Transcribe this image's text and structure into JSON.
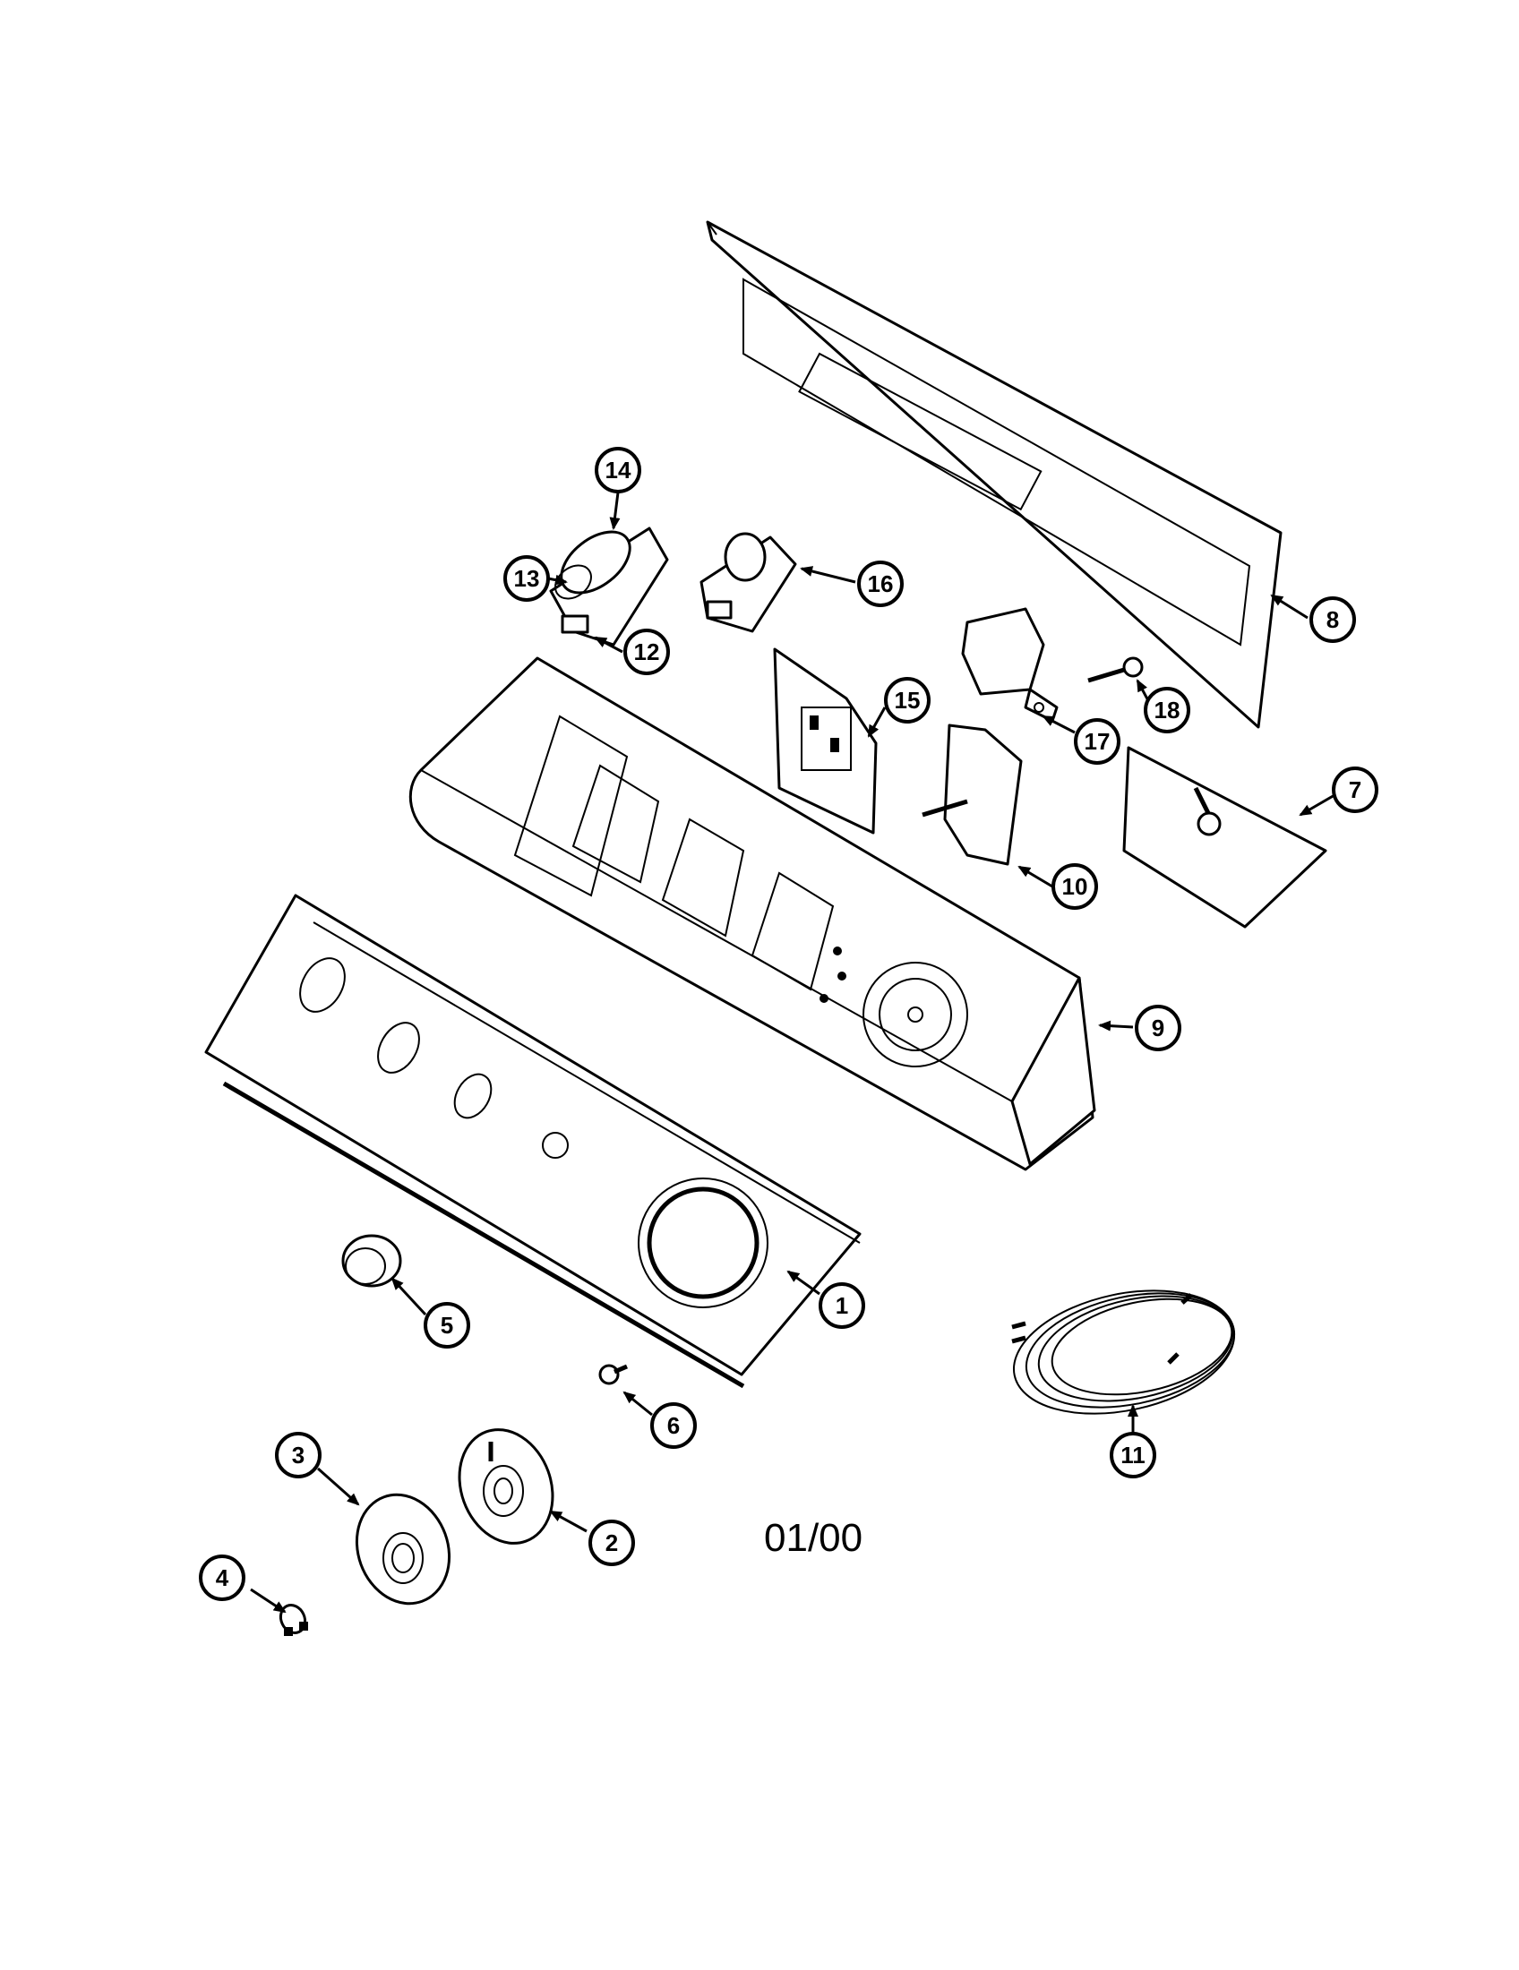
{
  "callouts": [
    {
      "label": "1"
    },
    {
      "label": "2"
    },
    {
      "label": "3"
    },
    {
      "label": "4"
    },
    {
      "label": "5"
    },
    {
      "label": "6"
    },
    {
      "label": "7"
    },
    {
      "label": "8"
    },
    {
      "label": "9"
    },
    {
      "label": "10"
    },
    {
      "label": "11"
    },
    {
      "label": "12"
    },
    {
      "label": "13"
    },
    {
      "label": "14"
    },
    {
      "label": "15"
    },
    {
      "label": "16"
    },
    {
      "label": "17"
    },
    {
      "label": "18"
    }
  ],
  "footer": {
    "date_code": "01/00"
  }
}
